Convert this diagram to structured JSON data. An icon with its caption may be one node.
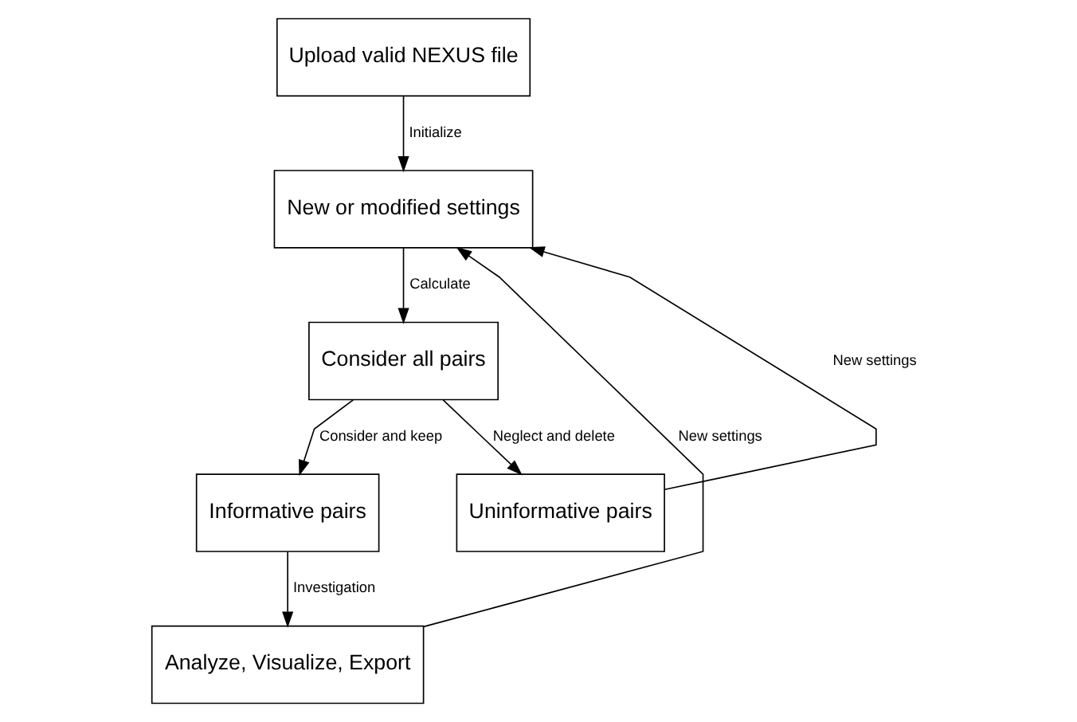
{
  "diagram": {
    "nodes": [
      {
        "text": [
          "Upload valid NEXUS file"
        ]
      },
      {
        "text": [
          "New or modified settings"
        ]
      },
      {
        "text": [
          "Analyze, Visualize, Export"
        ]
      },
      {
        "text": [
          "Informative pairs"
        ]
      },
      {
        "text": [
          "Uninformative pairs"
        ]
      },
      {
        "text": [
          "Consider all pairs"
        ]
      }
    ],
    "edges": [
      {
        "from": 0,
        "to": 1,
        "arrow": "to",
        "label": "Initialize"
      },
      {
        "from": 2,
        "to": 1,
        "arrow": "to",
        "label": "New settings"
      },
      {
        "from": 4,
        "to": 1,
        "arrow": "to",
        "label": "New settings"
      },
      {
        "from": 1,
        "to": 5,
        "arrow": "to",
        "label": "Calculate"
      },
      {
        "from": 5,
        "to": 3,
        "arrow": "to",
        "label": "Consider and keep"
      },
      {
        "from": 5,
        "to": 4,
        "arrow": "to",
        "label": "Neglect and delete"
      },
      {
        "from": 3,
        "to": 2,
        "arrow": "to",
        "label": "Investigation"
      }
    ]
  }
}
